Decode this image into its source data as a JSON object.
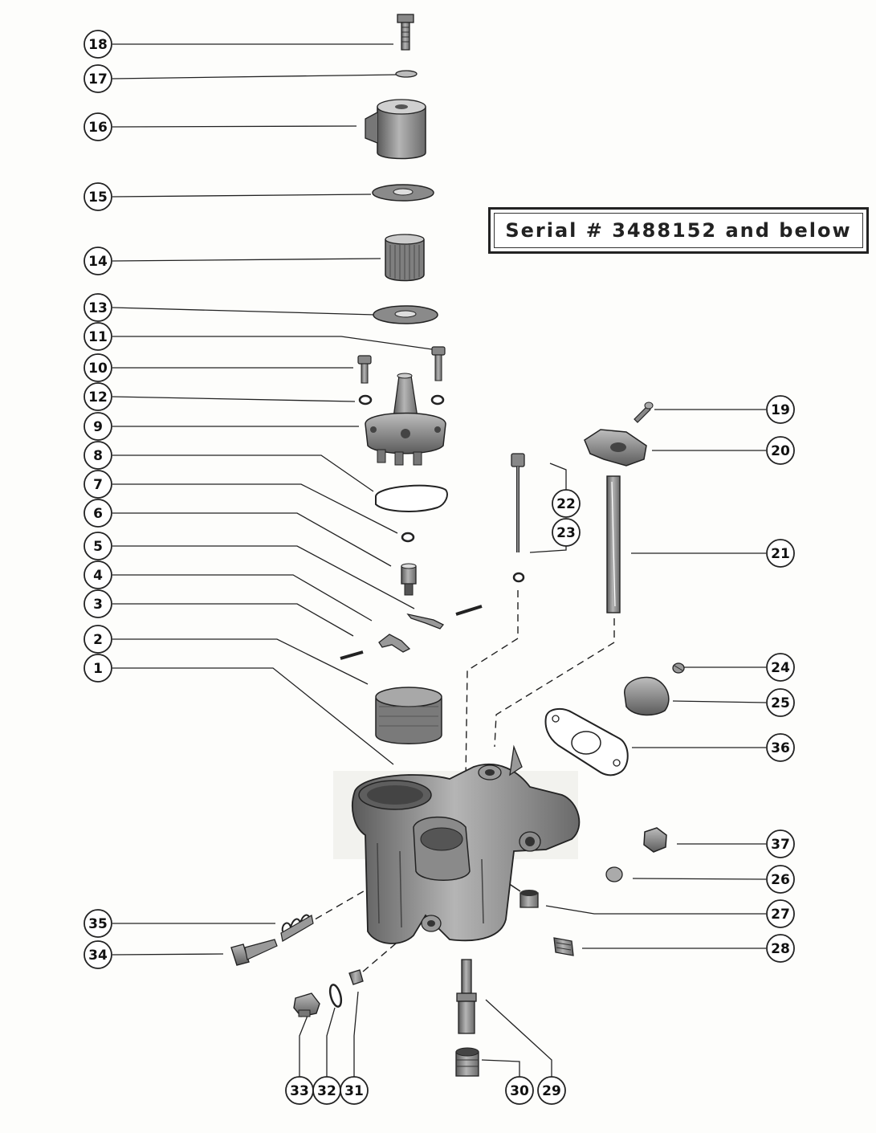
{
  "serial_note": "Serial # 3488152 and below",
  "callouts": {
    "c1": "1",
    "c2": "2",
    "c3": "3",
    "c4": "4",
    "c5": "5",
    "c6": "6",
    "c7": "7",
    "c8": "8",
    "c9": "9",
    "c10": "10",
    "c11": "11",
    "c12": "12",
    "c13": "13",
    "c14": "14",
    "c15": "15",
    "c16": "16",
    "c17": "17",
    "c18": "18",
    "c19": "19",
    "c20": "20",
    "c21": "21",
    "c22": "22",
    "c23": "23",
    "c24": "24",
    "c25": "25",
    "c26": "26",
    "c27": "27",
    "c28": "28",
    "c29": "29",
    "c30": "30",
    "c31": "31",
    "c32": "32",
    "c33": "33",
    "c34": "34",
    "c35": "35",
    "c36": "36",
    "c37": "37"
  },
  "colors": {
    "ink": "#222222",
    "part_fill": "#9a9a9a",
    "part_dark": "#5a5a5a",
    "paper": "#fdfdfb"
  }
}
